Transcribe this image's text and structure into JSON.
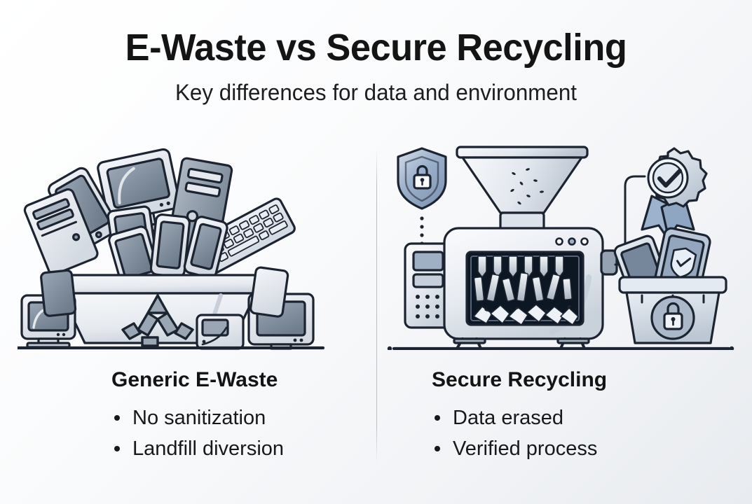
{
  "header": {
    "title": "E-Waste vs Secure Recycling",
    "subtitle": "Key differences for data and environment"
  },
  "columns": [
    {
      "id": "generic-e-waste",
      "heading": "Generic E-Waste",
      "bullets": [
        "No sanitization",
        "Landfill diversion"
      ],
      "illustration": {
        "name": "overflowing-recycling-bin-with-e-waste",
        "elements": [
          "crt-monitor",
          "tower-pc",
          "keyboard",
          "tablet",
          "smartphone",
          "recycle-symbol",
          "waste-bin",
          "ground-line"
        ]
      }
    },
    {
      "id": "secure-recycling",
      "heading": "Secure Recycling",
      "bullets": [
        "Data erased",
        "Verified process"
      ],
      "illustration": {
        "name": "industrial-shredder-with-secure-bin",
        "elements": [
          "shield-lock-icon",
          "hopper-funnel",
          "shredder-machine",
          "shredder-window-blades",
          "control-panel",
          "certification-badge-icon",
          "secure-bin-lock",
          "device-shield-check",
          "ground-line"
        ]
      }
    }
  ],
  "colors": {
    "background_start": "#ffffff",
    "background_end": "#e8ebef",
    "text_primary": "#141414",
    "text_body": "#17181a",
    "outline": "#1b2430",
    "metal_light": "#eef1f5",
    "metal_mid": "#c3cbd6",
    "metal_dark": "#8d98a8",
    "accent_blue": "#9db2cc",
    "divider": "#acb4c0"
  }
}
